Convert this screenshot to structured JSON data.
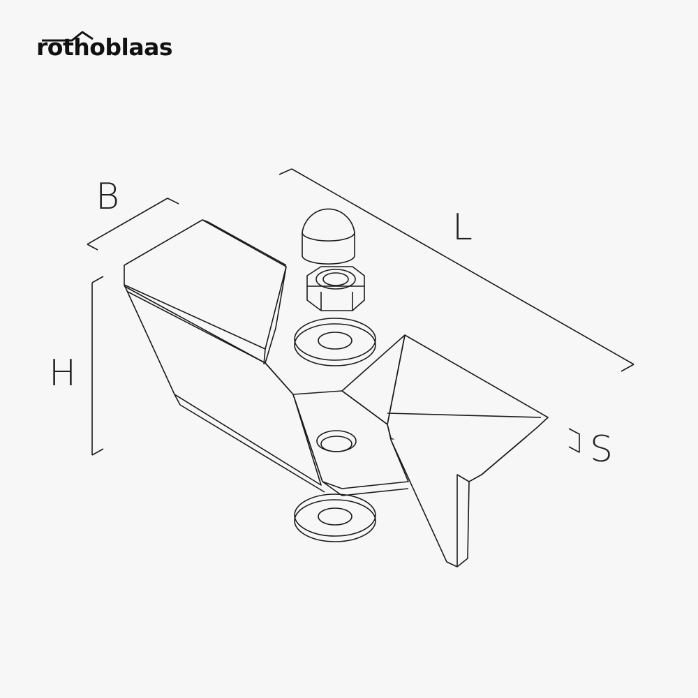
{
  "logo": {
    "text": "rothoblaas"
  },
  "dimensions": {
    "B": "B",
    "L": "L",
    "H": "H",
    "S": "S"
  },
  "colors": {
    "background": "#f7f7f7",
    "line": "#1a1a1a"
  }
}
